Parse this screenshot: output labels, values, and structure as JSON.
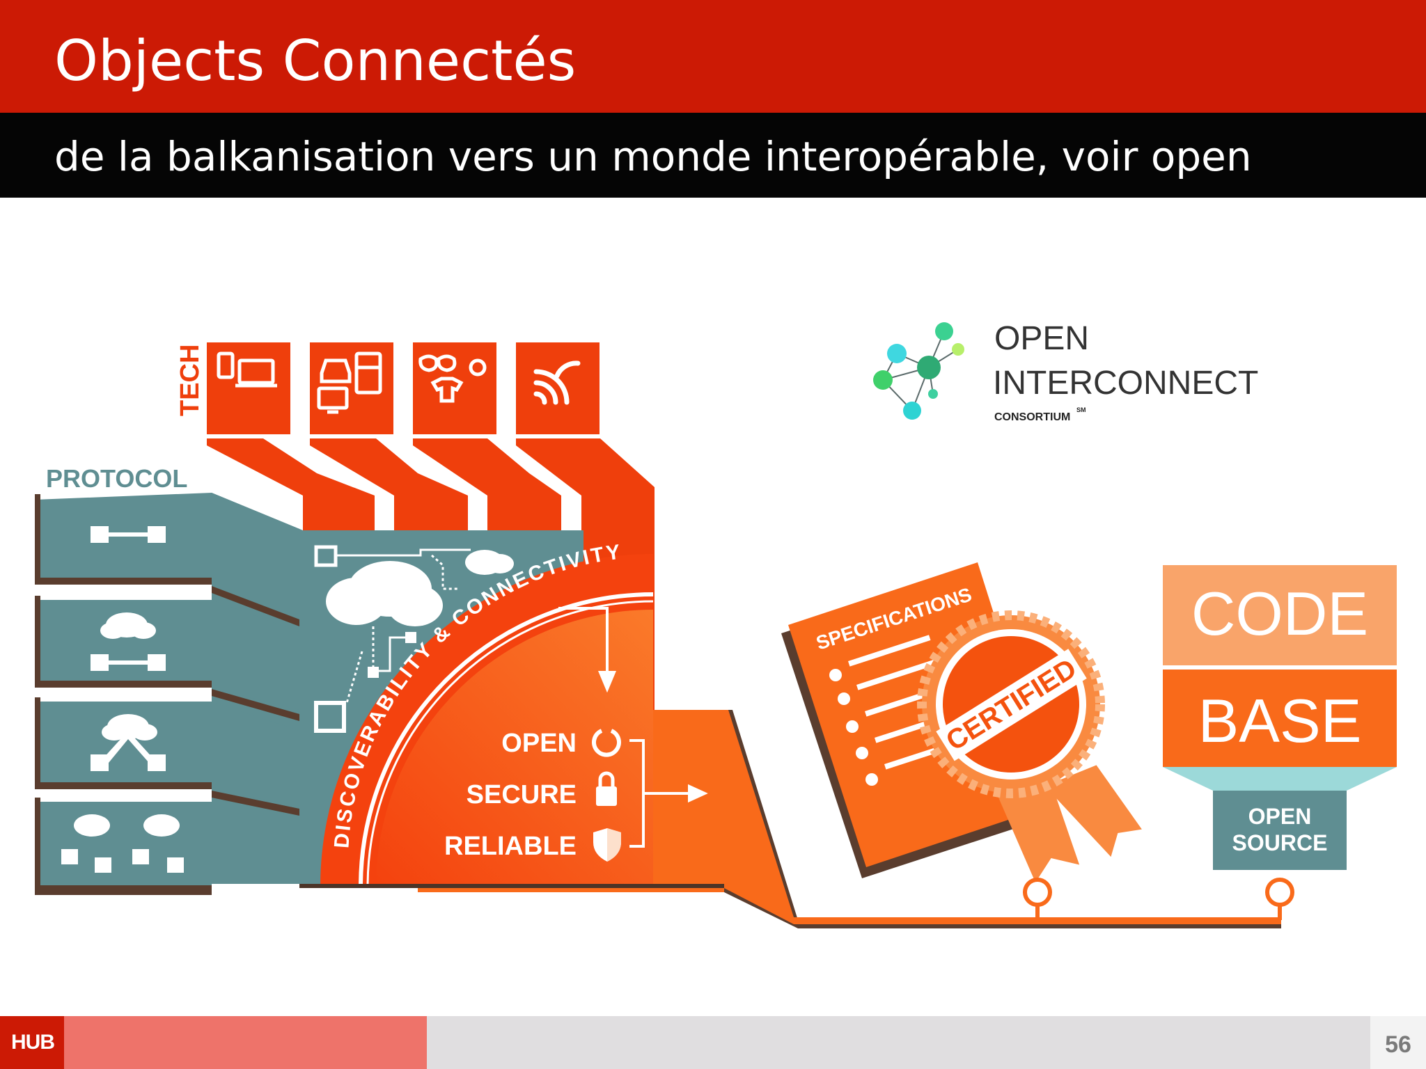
{
  "slide": {
    "title": "Objects Connectés",
    "subtitle": "de la balkanisation vers un monde interopérable, voir open",
    "page_number": "56"
  },
  "diagram": {
    "tech_label": "TECH",
    "protocol_label": "PROTOCOL",
    "arc_label": "DISCOVERABILITY & CONNECTIVITY",
    "properties": [
      "OPEN",
      "SECURE",
      "RELIABLE"
    ],
    "specifications_label": "SPECIFICATIONS",
    "certified_label": "CERTIFIED",
    "code_label": "CODE",
    "base_label": "BASE",
    "open_source_label": [
      "OPEN",
      "SOURCE"
    ]
  },
  "logo": {
    "line1": "OPEN",
    "line2": "INTERCONNECT",
    "line3": "CONSORTIUM",
    "mark": "SM"
  },
  "footer": {
    "logo_text": "HUB"
  },
  "colors": {
    "title_red": "#cc1a05",
    "orange": "#f96a1a",
    "orange_red": "#f4420e",
    "teal": "#5f8e92",
    "brown": "#5a3d2e",
    "code_orange": "#f9a46a",
    "light_teal": "#9cd9d9"
  }
}
